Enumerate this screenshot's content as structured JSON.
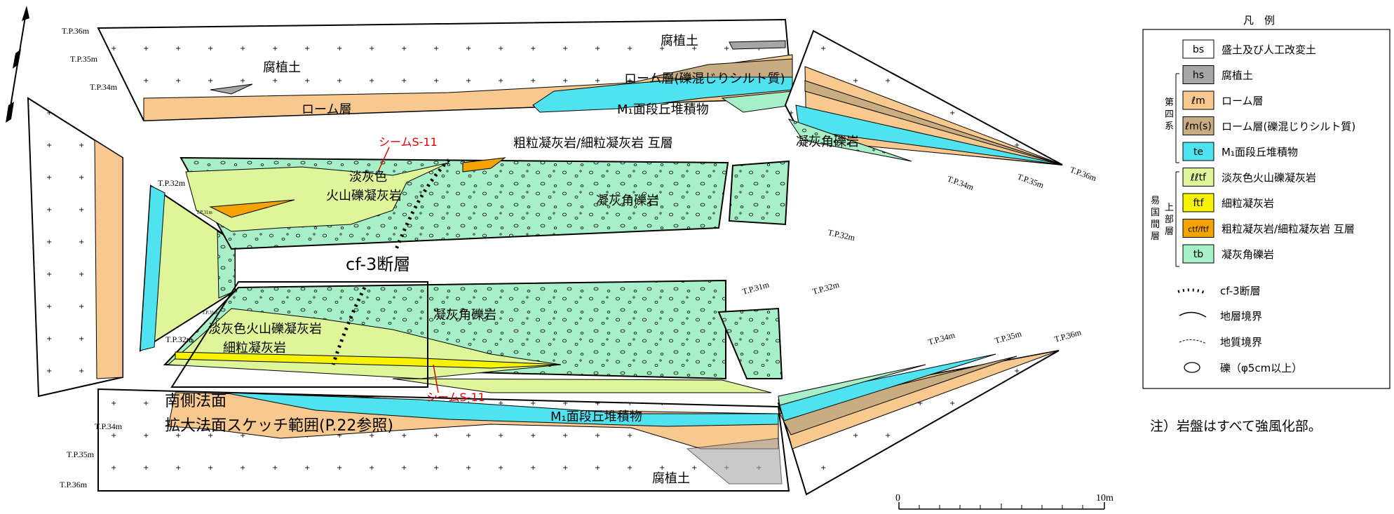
{
  "colors": {
    "bs": "#ffffff",
    "hs": "#a6a6a6",
    "lm": "#f7c98f",
    "lms": "#c9ad82",
    "te": "#4fe3f0",
    "lltf": "#dff59a",
    "ftf": "#f7f200",
    "ctf": "#f5a300",
    "tb": "#a7efc7",
    "seam": "#e00000"
  },
  "labels": {
    "humus_1": "腐植土",
    "humus_2": "腐植土",
    "humus_3": "腐植土",
    "loam_1": "ローム層",
    "loam_silt": "ローム層(礫混じりシルト質)",
    "m1_terrace_1": "M₁面段丘堆積物",
    "m1_terrace_2": "M₁面段丘堆積物",
    "tuff_breccia_1": "凝灰角礫岩",
    "tuff_breccia_2": "凝灰角礫岩",
    "tuff_breccia_3": "凝灰角礫岩",
    "seam_1": "シームS-11",
    "seam_2": "シームS-11",
    "alternation": "粗粒凝灰岩/細粒凝灰岩 互層",
    "pale_1": "淡灰色",
    "pale_2": "火山礫凝灰岩",
    "pale_lower": "淡灰色火山礫凝灰岩",
    "fine_tuff": "細粒凝灰岩",
    "fault": "cf-3断層",
    "south_slope": "南側法面",
    "enlarged": "拡大法面スケッチ範囲(P.22参照)",
    "note": "注）岩盤はすべて強風化部。"
  },
  "tp": {
    "a": "T.P.36m",
    "b": "T.P.35m",
    "c": "T.P.34m",
    "d": "T.P.32m",
    "e": "T.P.31m",
    "f": "T.P.32m",
    "g": "T.P.34m",
    "h": "T.P.35m",
    "i": "T.P.36m",
    "j": "T.P.36m",
    "k": "T.P.35m",
    "l": "T.P.34m",
    "m": "T.P.32m",
    "n": "T.P.31m",
    "o": "T.P.32m",
    "p": "T.P.34m",
    "q": "T.P.35m",
    "r": "T.P.36m",
    "s": "T.P.31m"
  },
  "legend": {
    "title": "凡　例",
    "group_quaternary": "第四系",
    "group_upper": "上部層",
    "group_formation": "易国間層",
    "items": [
      {
        "code": "bs",
        "label": "盛土及び人工改変土"
      },
      {
        "code": "hs",
        "label": "腐植土"
      },
      {
        "code": "ℓm",
        "label": "ローム層"
      },
      {
        "code": "ℓm(s)",
        "label": "ローム層(礫混じりシルト質)"
      },
      {
        "code": "te",
        "label": "M₁面段丘堆積物"
      },
      {
        "code": "ℓℓtf",
        "label": "淡灰色火山礫凝灰岩"
      },
      {
        "code": "ftf",
        "label": "細粒凝灰岩"
      },
      {
        "code": "ctf/ftf",
        "label": "粗粒凝灰岩/細粒凝灰岩 互層"
      },
      {
        "code": "tb",
        "label": "凝灰角礫岩"
      }
    ],
    "symbols": [
      {
        "label": "cf-3断層"
      },
      {
        "label": "地層境界"
      },
      {
        "label": "地質境界"
      },
      {
        "label": "礫（φ5cm以上）"
      }
    ]
  },
  "scale": {
    "zero": "0",
    "max": "10m"
  }
}
